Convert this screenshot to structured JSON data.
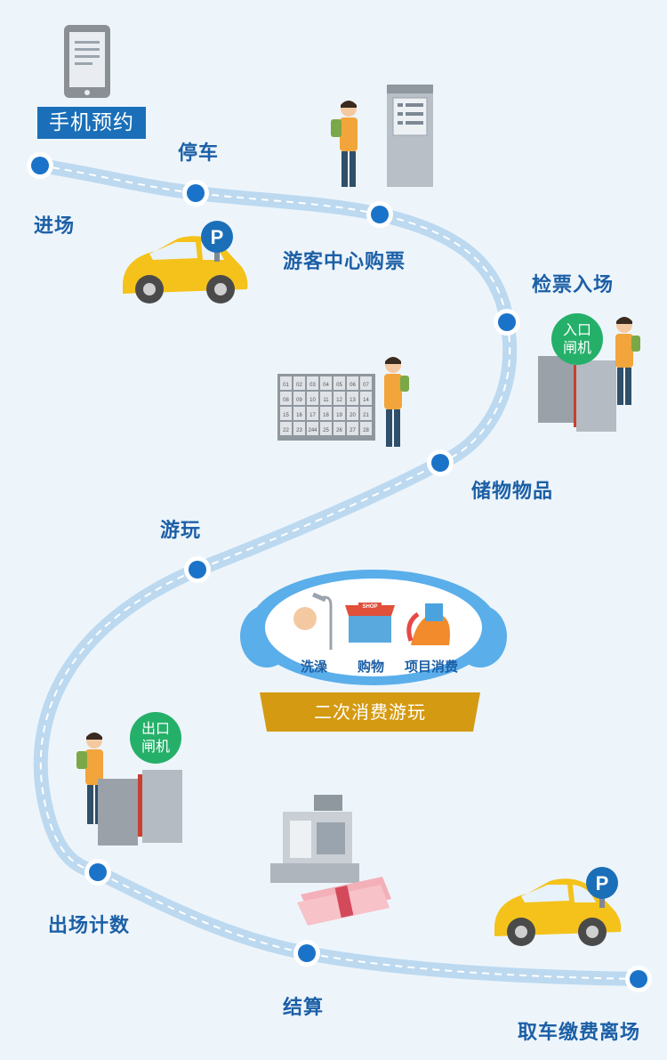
{
  "booking": {
    "label": "手机预约"
  },
  "steps": [
    {
      "id": "enter",
      "label": "进场"
    },
    {
      "id": "parking",
      "label": "停车"
    },
    {
      "id": "tickets",
      "label": "游客中心购票"
    },
    {
      "id": "checkin",
      "label": "检票入场"
    },
    {
      "id": "storage",
      "label": "储物物品"
    },
    {
      "id": "play",
      "label": "游玩"
    },
    {
      "id": "exitcount",
      "label": "出场计数"
    },
    {
      "id": "checkout",
      "label": "结算"
    },
    {
      "id": "leave",
      "label": "取车缴费离场"
    }
  ],
  "entry_gate": {
    "line1": "入口",
    "line2": "闸机"
  },
  "exit_gate": {
    "line1": "出口",
    "line2": "闸机"
  },
  "parking_sign": "P",
  "locker_numbers": [
    "01",
    "02",
    "03",
    "04",
    "05",
    "06",
    "07",
    "08",
    "09",
    "10",
    "11",
    "12",
    "13",
    "14",
    "15",
    "16",
    "17",
    "18",
    "19",
    "20",
    "21",
    "22",
    "23",
    "244",
    "25",
    "26",
    "27",
    "28"
  ],
  "shop_sign": "SHOP",
  "secondary_spending": {
    "title": "二次消费游玩",
    "items": [
      "洗澡",
      "购物",
      "项目消费"
    ]
  },
  "colors": {
    "path": "#bcd9f0",
    "node": "#1a73c8",
    "label": "#1c5fa6",
    "badge": "#25b06a",
    "ribbon": "#d49a12"
  }
}
